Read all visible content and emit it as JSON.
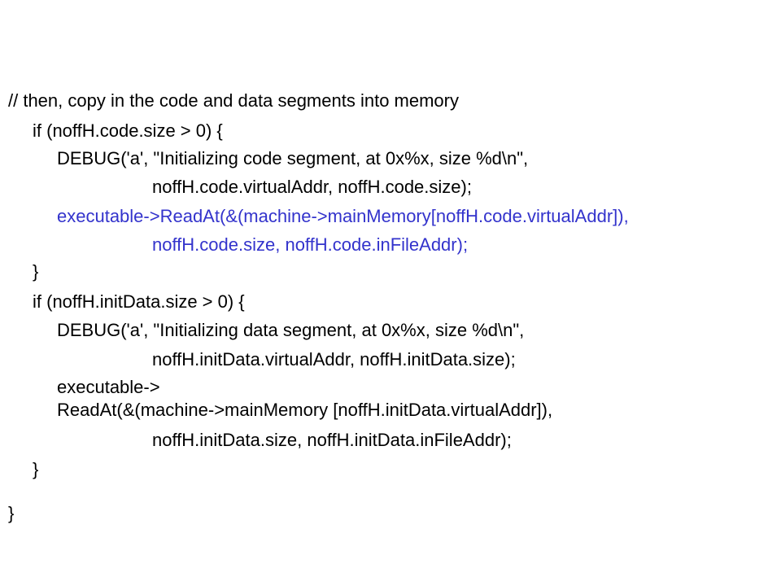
{
  "lines": [
    {
      "text": "// then, copy in the code and data segments into memory",
      "color": "#000000"
    },
    {
      "text": "if (noffH.code.size > 0) {",
      "color": "#000000"
    },
    {
      "text": "DEBUG('a', \"Initializing code segment, at 0x%x, size %d\\n\",",
      "color": "#000000"
    },
    {
      "text": "noffH.code.virtualAddr, noffH.code.size);",
      "color": "#000000"
    },
    {
      "text": "executable->ReadAt(&(machine->mainMemory[noffH.code.virtualAddr]),",
      "color": "#3333cc"
    },
    {
      "text": "noffH.code.size, noffH.code.inFileAddr);",
      "color": "#3333cc"
    },
    {
      "text": "}",
      "color": "#000000"
    },
    {
      "text": "if (noffH.initData.size > 0) {",
      "color": "#000000"
    },
    {
      "text": "DEBUG('a', \"Initializing data segment, at 0x%x, size %d\\n\",",
      "color": "#000000"
    },
    {
      "text": "noffH.initData.virtualAddr, noffH.initData.size);",
      "color": "#000000"
    },
    {
      "text": "executable->",
      "color": "#000000"
    },
    {
      "text": "ReadAt(&(machine->mainMemory [noffH.initData.virtualAddr]),",
      "color": "#000000"
    },
    {
      "text": "noffH.initData.size, noffH.initData.inFileAddr);",
      "color": "#000000"
    },
    {
      "text": "}",
      "color": "#000000"
    },
    {
      "text": "}",
      "color": "#000000"
    }
  ]
}
